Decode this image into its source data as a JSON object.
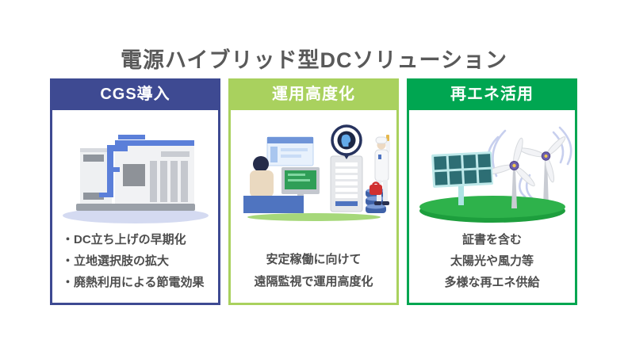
{
  "title": "電源ハイブリッド型DCソリューション",
  "palette": {
    "cgs_accent": "#3e4a92",
    "operation_accent": "#a9d15e",
    "renewable_accent": "#00a651",
    "title_color": "#595959",
    "body_text_color": "#4d4d4d"
  },
  "cards": [
    {
      "header": "CGS導入",
      "illustration": "cogeneration-system",
      "bullets": [
        "・DC立ち上げの早期化",
        "・立地選択肢の拡大",
        "・廃熱利用による節電効果"
      ]
    },
    {
      "header": "運用高度化",
      "illustration": "remote-monitoring",
      "lines": [
        "安定稼働に向けて",
        "遠隔監視で運用高度化"
      ]
    },
    {
      "header": "再エネ活用",
      "illustration": "renewable-energy",
      "lines": [
        "証書を含む",
        "太陽光や風力等",
        "多様な再エネ供給"
      ]
    }
  ]
}
